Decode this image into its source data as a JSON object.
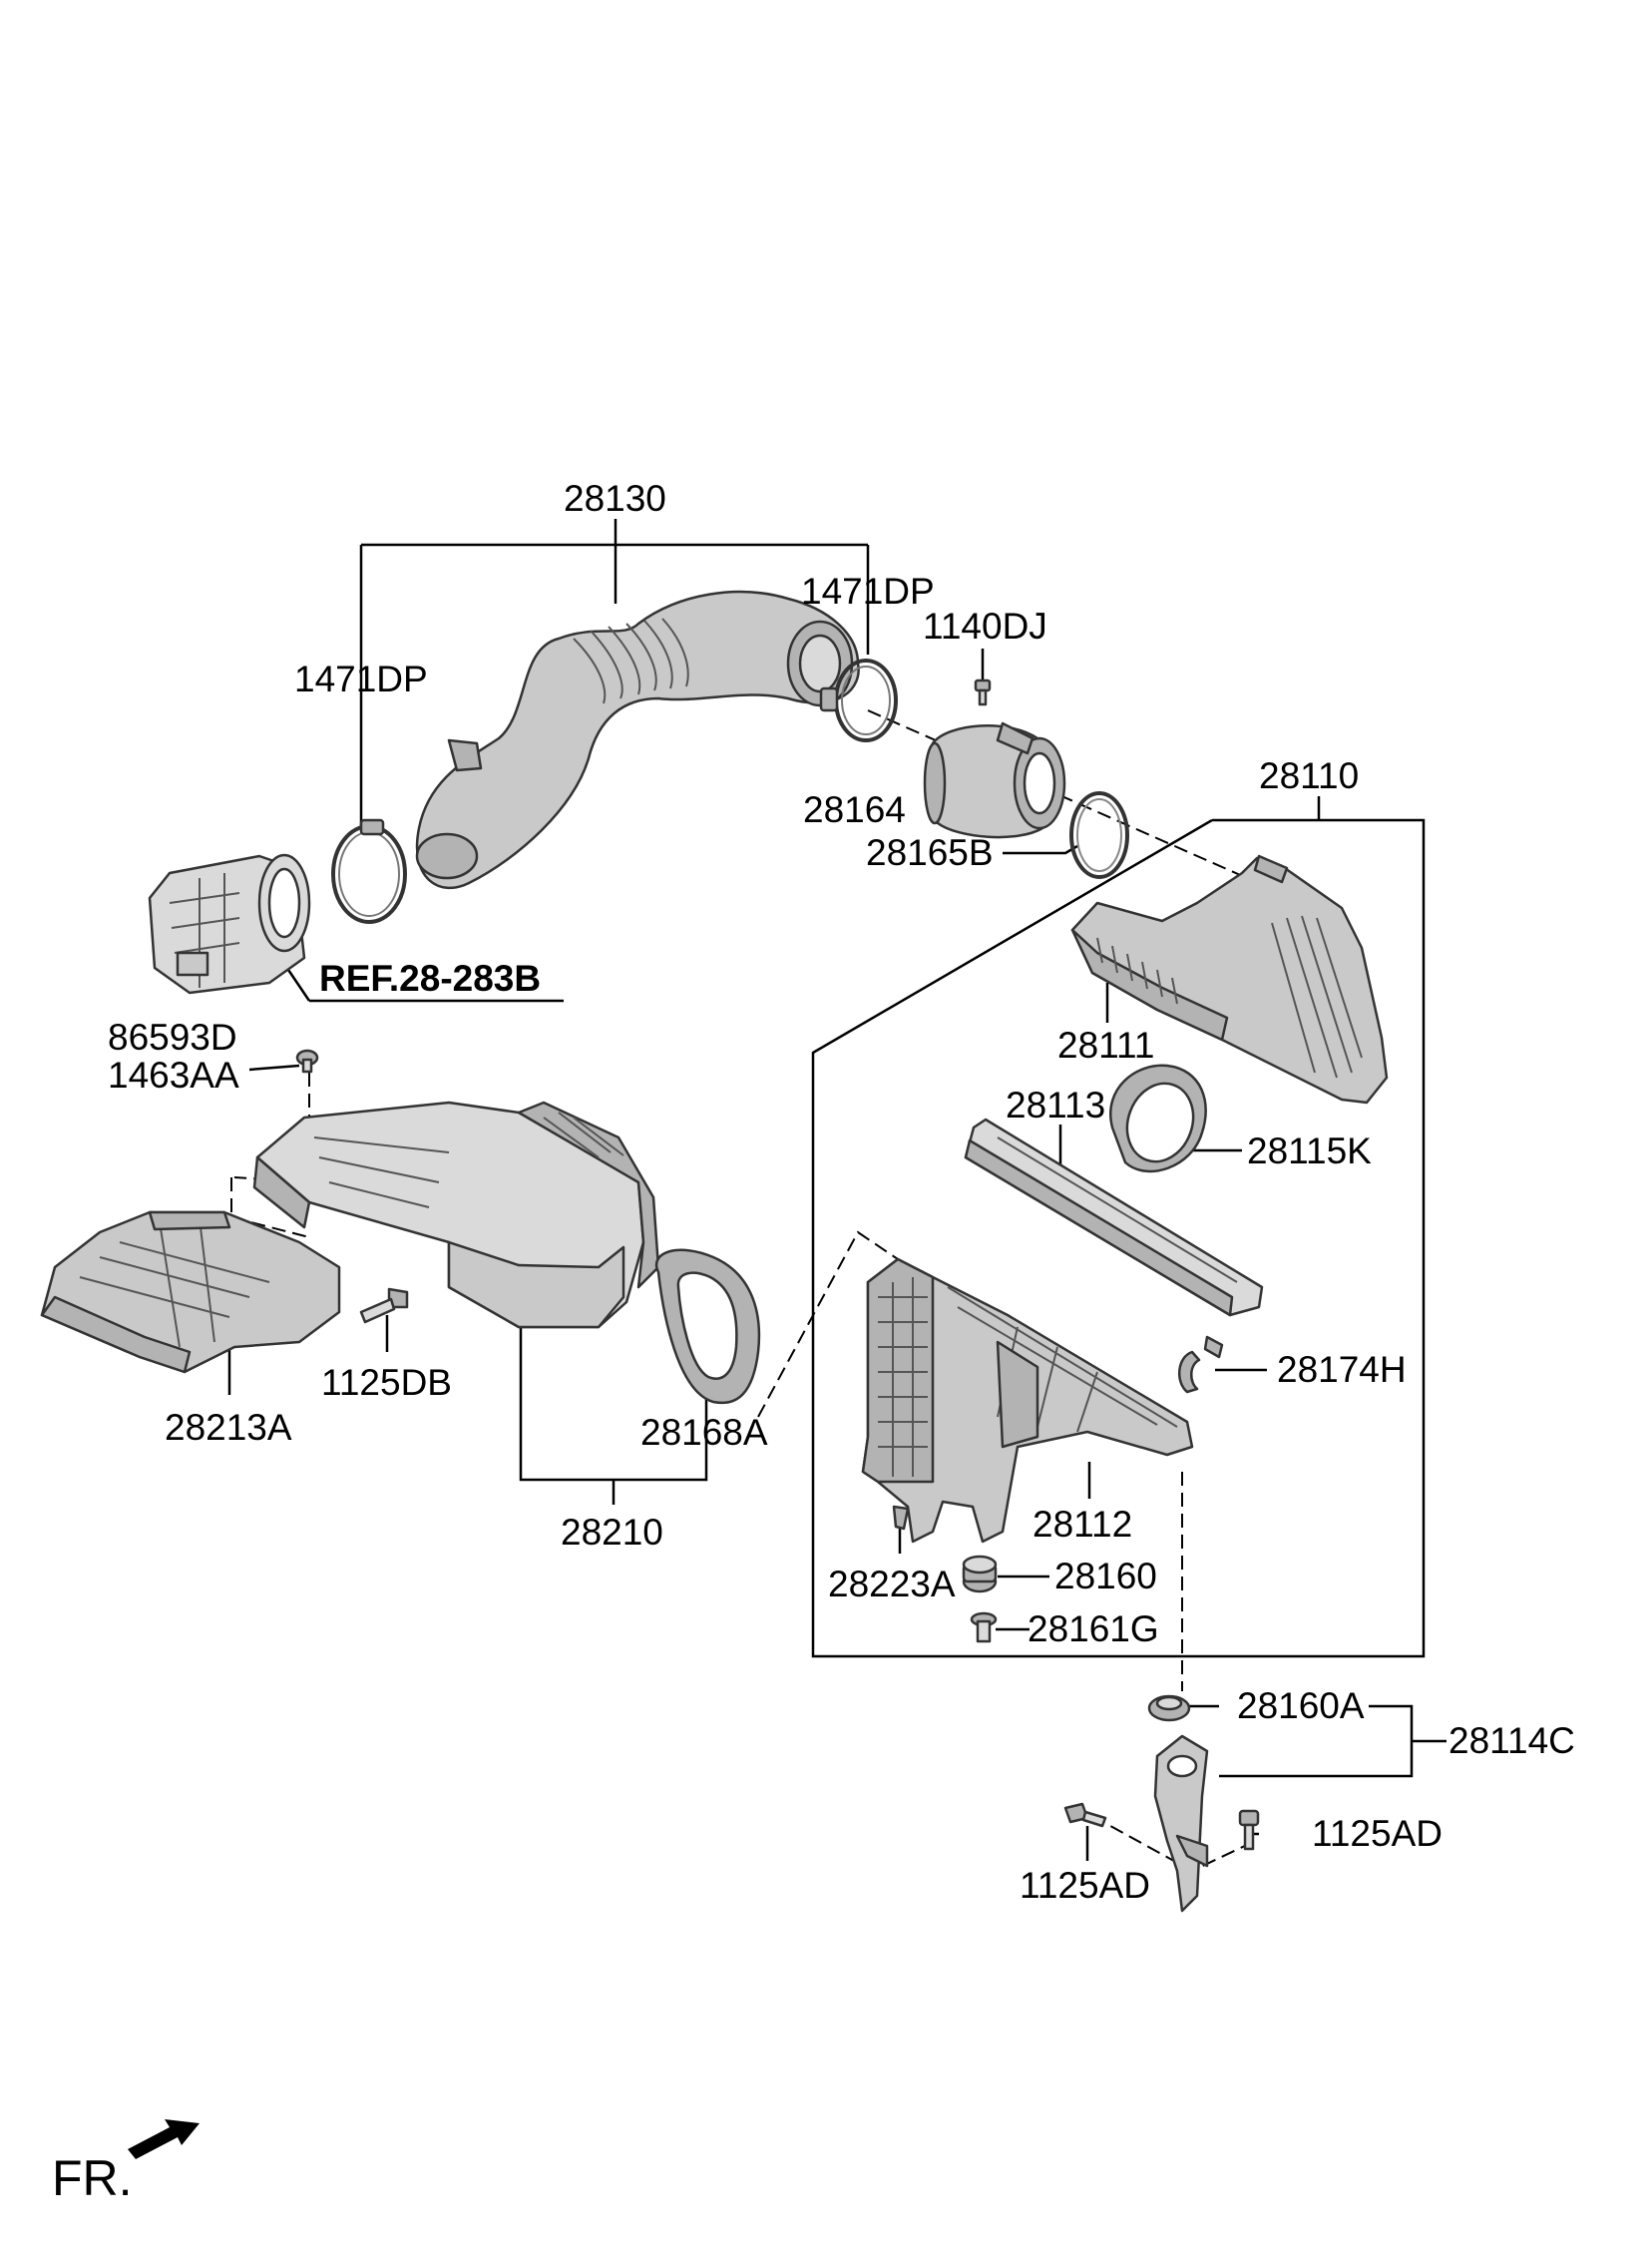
{
  "labels": {
    "p28130": "28130",
    "p1471DP_left": "1471DP",
    "p1471DP_right": "1471DP",
    "p1140DJ": "1140DJ",
    "p28164": "28164",
    "p28165B": "28165B",
    "p28110": "28110",
    "ref": "REF.28-283B",
    "p86593D": "86593D",
    "p1463AA": "1463AA",
    "p28111": "28111",
    "p28113": "28113",
    "p28115K": "28115K",
    "p28174H": "28174H",
    "p28213A": "28213A",
    "p1125DB": "1125DB",
    "p28168A": "28168A",
    "p28210": "28210",
    "p28112": "28112",
    "p28223A": "28223A",
    "p28160": "28160",
    "p28161G": "28161G",
    "p28160A": "28160A",
    "p28114C": "28114C",
    "p1125AD_right": "1125AD",
    "p1125AD_left": "1125AD",
    "fr": "FR."
  }
}
